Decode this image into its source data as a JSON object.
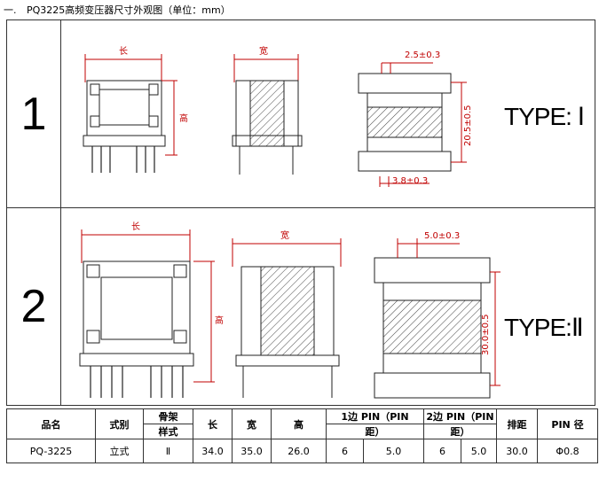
{
  "title": {
    "index": "一.",
    "text": "PQ3225高频变压器尺寸外观图（单位：mm）"
  },
  "rows": [
    {
      "num": "1",
      "type": "TYPE: Ⅰ",
      "dims": {
        "length": "长",
        "width": "宽",
        "height": "高",
        "pin_gap": "2.5±0.3",
        "body_h": "20.5±0.5",
        "pin_pitch": "3.8±0.3"
      }
    },
    {
      "num": "2",
      "type": "TYPE:Ⅱ",
      "dims": {
        "length": "长",
        "width": "宽",
        "height": "高",
        "pin_gap": "5.0±0.3",
        "body_h": "30.0±0.5"
      }
    }
  ],
  "table": {
    "headers": {
      "name": "品名",
      "style": "式别",
      "frame": "骨架",
      "frame2": "样式",
      "length": "长",
      "width": "宽",
      "height": "高",
      "side1": "1边 PIN（PIN",
      "side1b": "距）",
      "side2": "2边 PIN（PIN",
      "side2b": "距）",
      "pitch": "排距",
      "pin_dia": "PIN 径"
    },
    "row": {
      "name": "PQ-3225",
      "style": "立式",
      "frame": "Ⅱ",
      "length": "34.0",
      "width": "35.0",
      "height": "26.0",
      "side1_count": "6",
      "side1_pitch": "5.0",
      "side2_count": "6",
      "side2_pitch": "5.0",
      "pitch": "30.0",
      "pin_dia": "Φ0.8"
    }
  },
  "colors": {
    "dimension": "#c00000",
    "line": "#333333"
  }
}
